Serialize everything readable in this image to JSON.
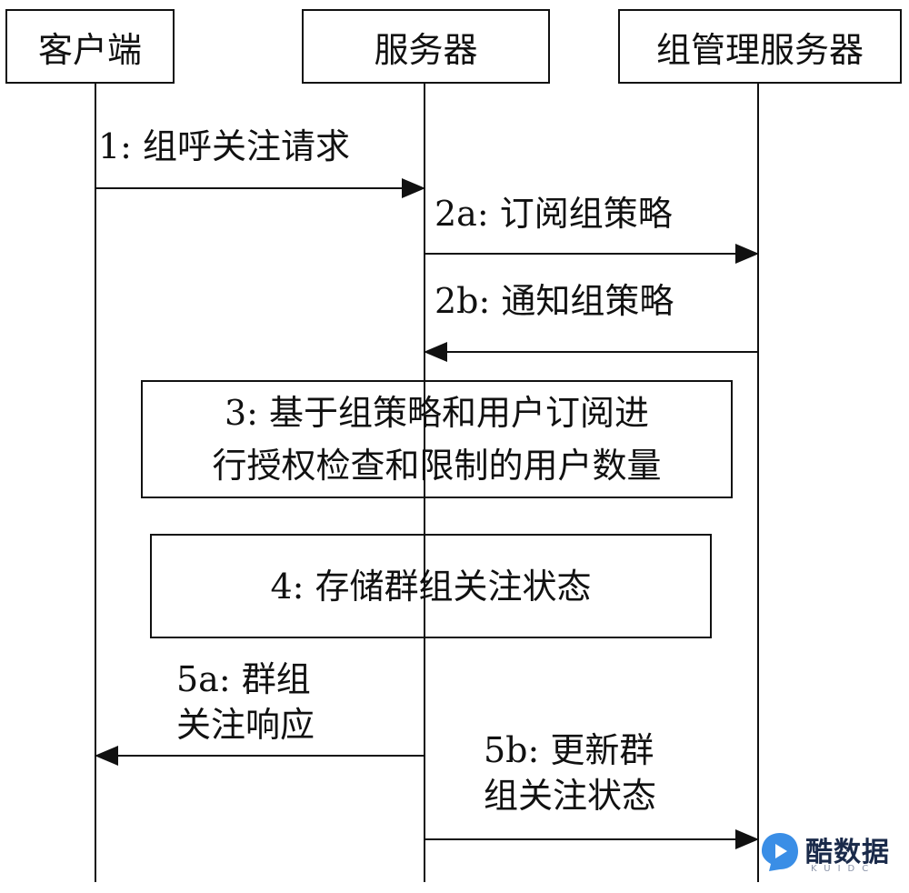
{
  "participants": {
    "client": "客户端",
    "server": "服务器",
    "group_server": "组管理服务器"
  },
  "messages": {
    "m1": "1: 组呼关注请求",
    "m2a": "2a: 订阅组策略",
    "m2b": "2b: 通知组策略",
    "m5a_line1": "5a: 群组",
    "m5a_line2": "关注响应",
    "m5b_line1": "5b: 更新群",
    "m5b_line2": "组关注状态"
  },
  "notes": {
    "n3_line1": "3: 基于组策略和用户订阅进",
    "n3_line2": "行授权检查和限制的用户数量",
    "n4": "4: 存储群组关注状态"
  },
  "watermark": {
    "brand": "酷数据",
    "sub": "KUIDC",
    "logo_color": "#3a8ee6"
  }
}
